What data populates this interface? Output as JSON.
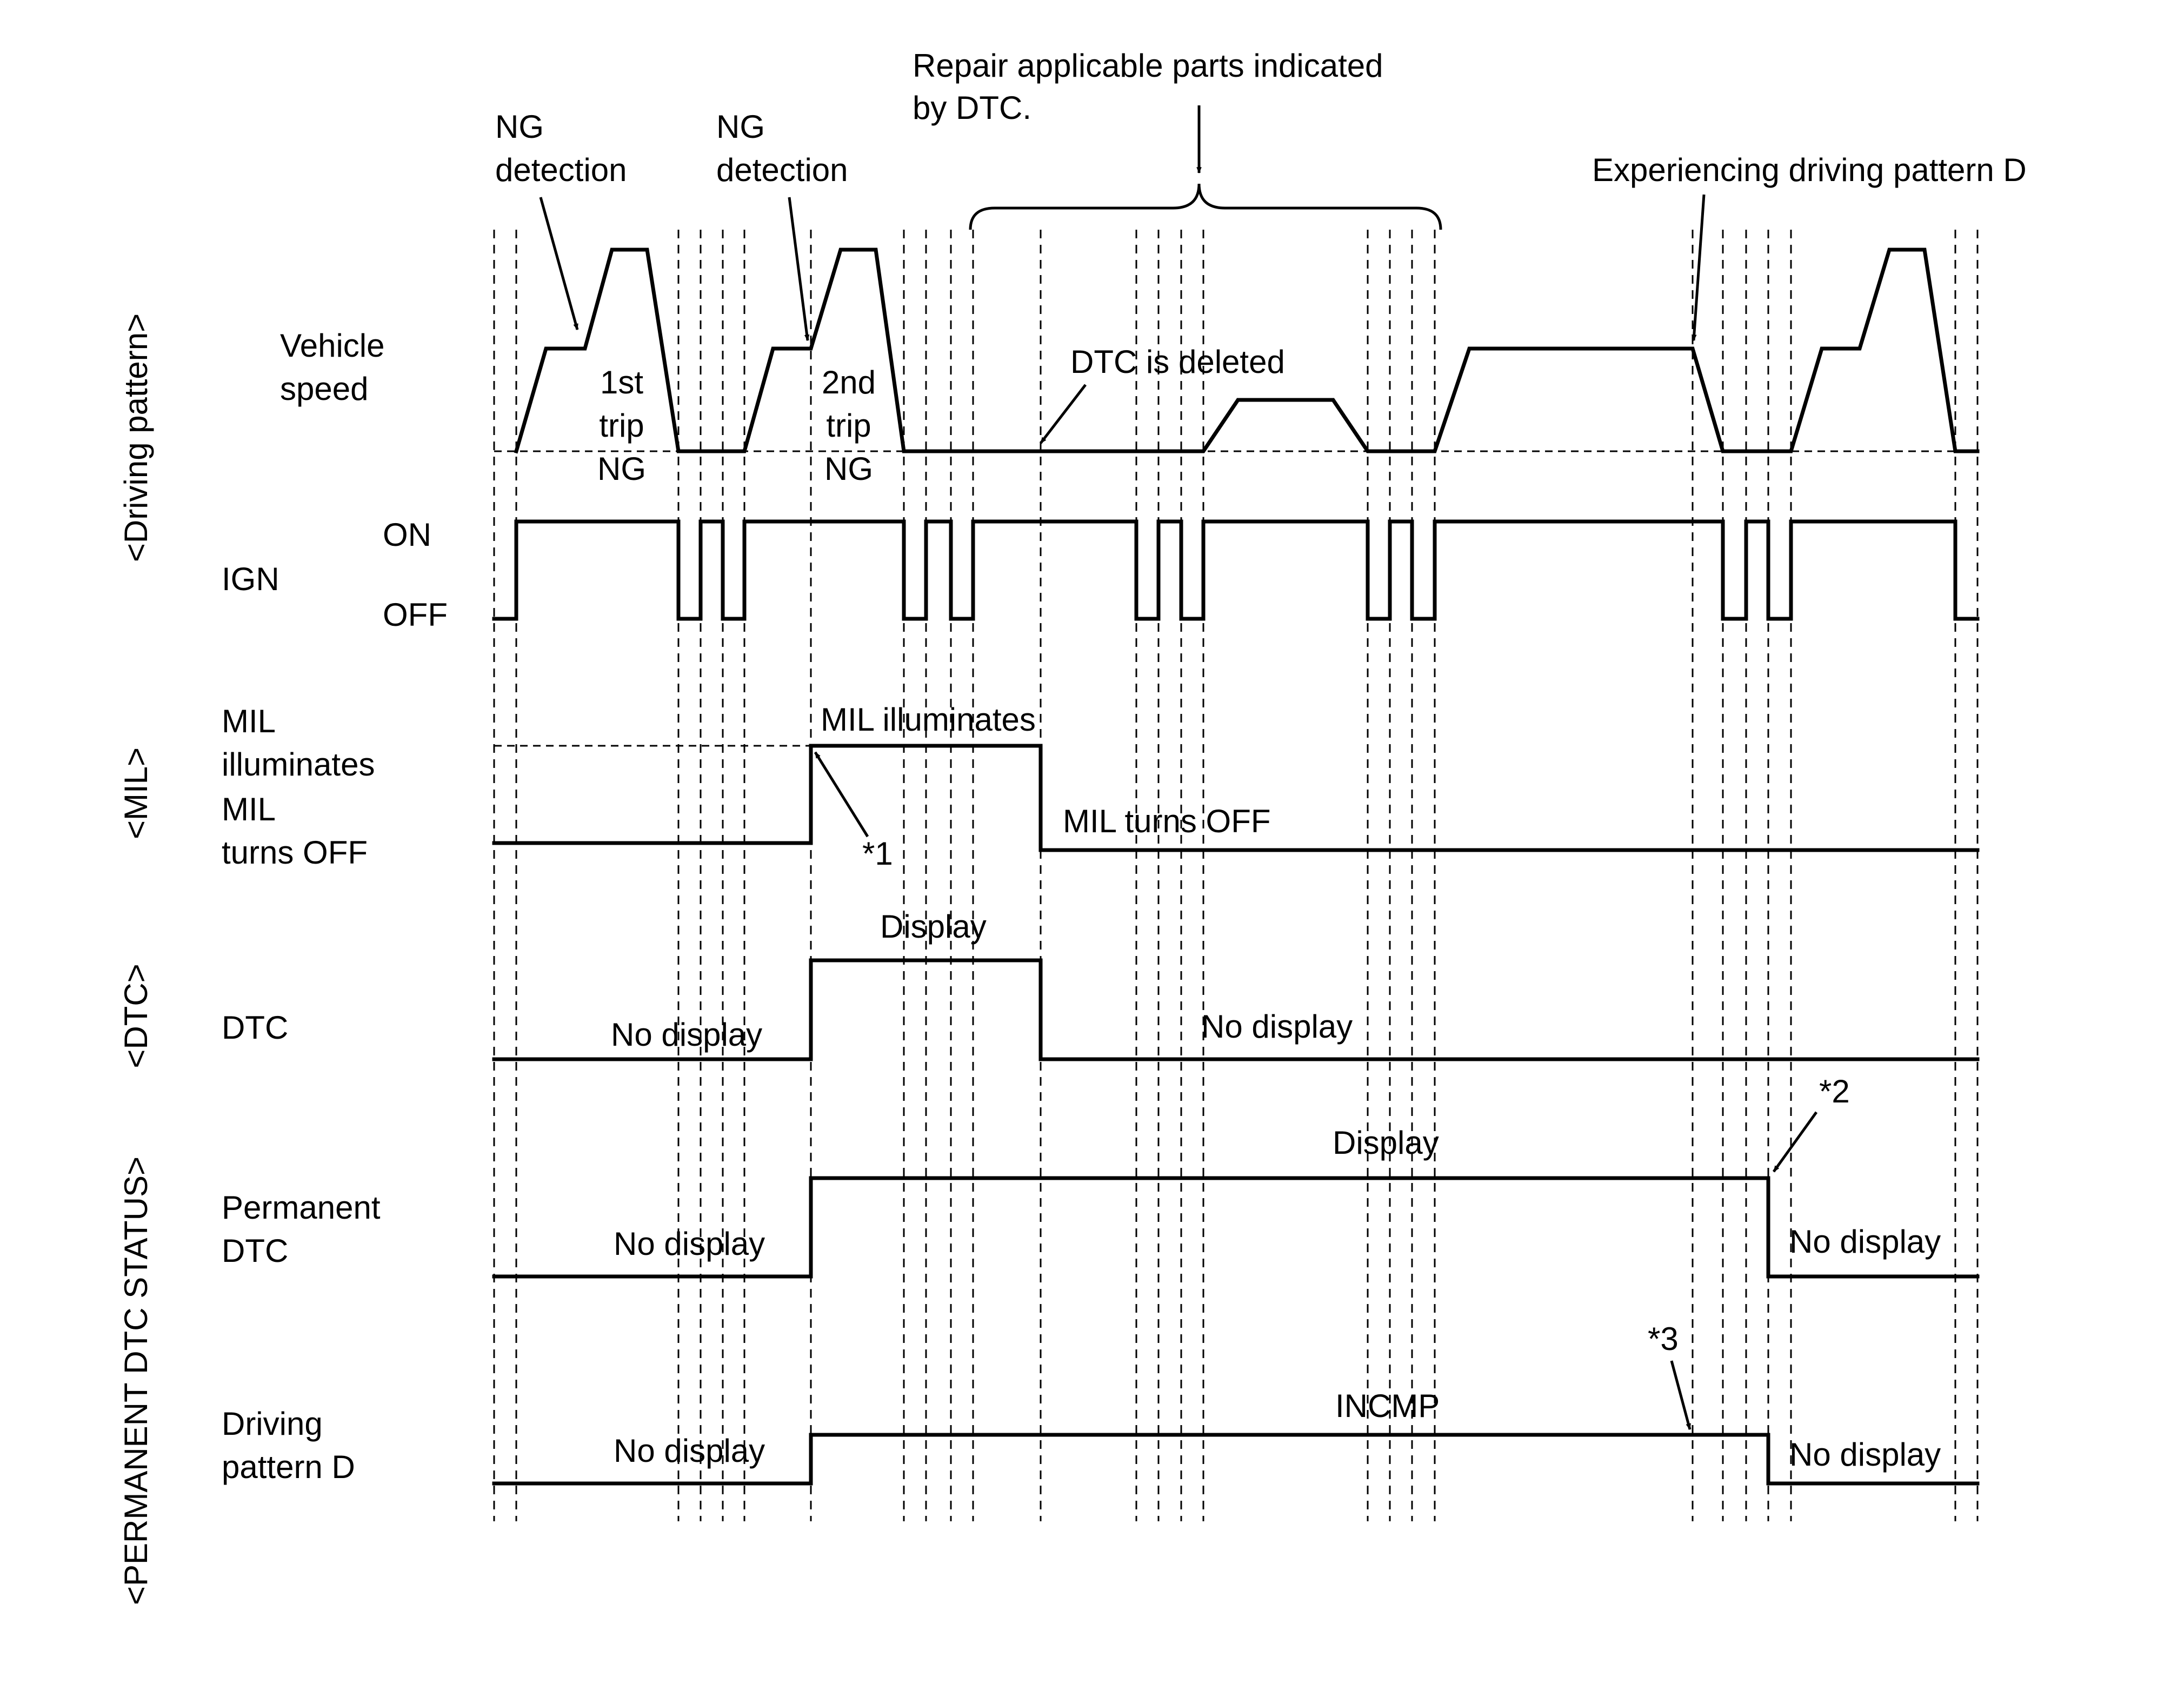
{
  "groups": {
    "driving_pattern": "<Driving pattern>",
    "mil": "<MIL>",
    "dtc": "<DTC>",
    "permanent_dtc_status": "<PERMANENT DTC STATUS>"
  },
  "rows": {
    "vehicle_speed": [
      "Vehicle",
      "speed"
    ],
    "ign": "IGN",
    "ign_on": "ON",
    "ign_off": "OFF",
    "mil_illuminates": [
      "MIL",
      "illuminates"
    ],
    "mil_turns_off": [
      "MIL",
      "turns OFF"
    ],
    "dtc": "DTC",
    "permanent_dtc": [
      "Permanent",
      "DTC"
    ],
    "driving_pattern_d": [
      "Driving",
      "pattern D"
    ]
  },
  "annotations": {
    "ng_detection_1": [
      "NG",
      "detection"
    ],
    "ng_detection_2": [
      "NG",
      "detection"
    ],
    "repair": [
      "Repair applicable parts indicated",
      "by DTC."
    ],
    "experiencing": "Experiencing driving pattern D",
    "trip1": [
      "1st",
      "trip",
      "NG"
    ],
    "trip2": [
      "2nd",
      "trip",
      "NG"
    ],
    "dtc_deleted": "DTC is deleted",
    "mil_illuminates": "MIL illuminates",
    "mil_turns_off": "MIL turns OFF",
    "note1": "*1",
    "note2": "*2",
    "note3": "*3"
  },
  "states": {
    "dtc_no_display_1": "No display",
    "dtc_display": "Display",
    "dtc_no_display_2": "No display",
    "perm_no_display_1": "No display",
    "perm_display": "Display",
    "perm_no_display_2": "No display",
    "dpd_no_display_1": "No display",
    "dpd_incmp": "INCMP",
    "dpd_no_display_2": "No display"
  }
}
